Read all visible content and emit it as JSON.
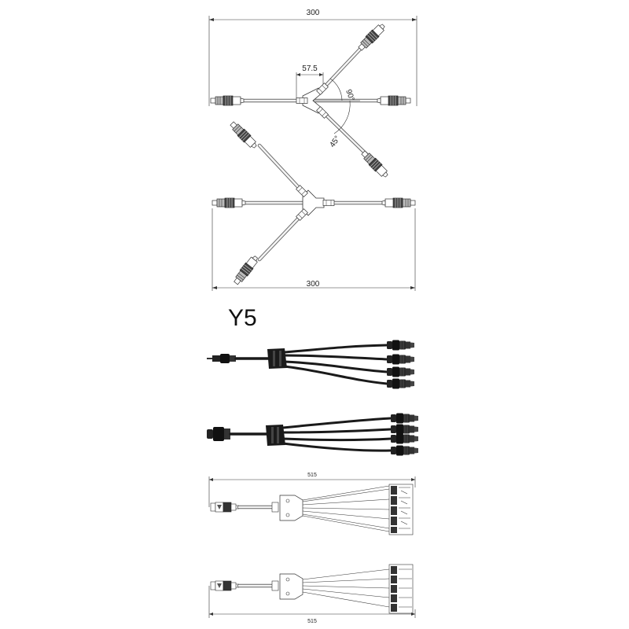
{
  "drawing_top": {
    "width_label": "300",
    "offset_label": "57.5",
    "angle_upper_label": "90°",
    "angle_lower_label": "45°"
  },
  "drawing_mid": {
    "width_label": "300"
  },
  "product": {
    "model_label": "Y5"
  },
  "drawing_bottom1": {
    "length_label": "515"
  },
  "drawing_bottom2": {
    "length_label": "515"
  }
}
